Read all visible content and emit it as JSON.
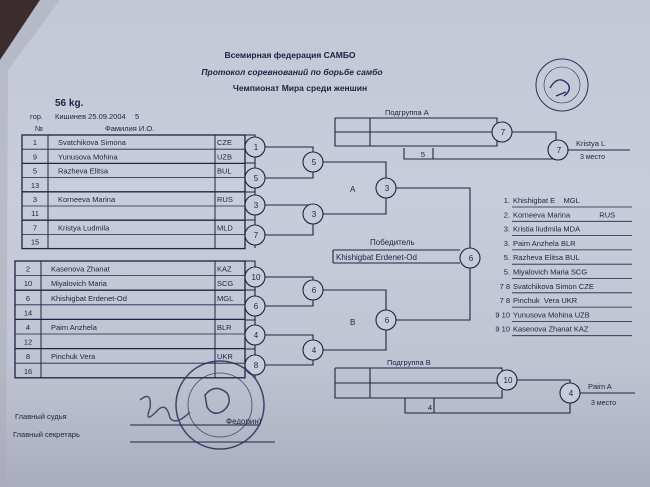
{
  "header": {
    "federation": "Всемирная федерация САМБО",
    "protocol": "Протокол соревнований по борьбе самбо",
    "championship": "Чемпионат Мира среди женшин",
    "weight": "56 kg.",
    "city_label": "гор.",
    "city_date": "Кишинев 25.09.2004",
    "day": "5",
    "num_label": "№",
    "name_label": "Фамилия И.О."
  },
  "table_top": [
    {
      "num": "1",
      "name": "Svatchikova Simona",
      "country": "CZE"
    },
    {
      "num": "9",
      "name": "Yunusova Mohina",
      "country": "UZB"
    },
    {
      "num": "5",
      "name": "Razheva Elitsa",
      "country": "BUL"
    },
    {
      "num": "13",
      "name": "",
      "country": ""
    },
    {
      "num": "3",
      "name": "Korneeva Marina",
      "country": "RUS"
    },
    {
      "num": "11",
      "name": "",
      "country": ""
    },
    {
      "num": "7",
      "name": "Kristya Ludmila",
      "country": "MLD"
    },
    {
      "num": "15",
      "name": "",
      "country": ""
    }
  ],
  "table_bottom": [
    {
      "num": "2",
      "name": "Kasenova Zhanat",
      "country": "KAZ"
    },
    {
      "num": "10",
      "name": "Miyalovich Maria",
      "country": "SCG"
    },
    {
      "num": "6",
      "name": "Khishigbat Erdenet-Od",
      "country": "MGL"
    },
    {
      "num": "14",
      "name": "",
      "country": ""
    },
    {
      "num": "4",
      "name": "Paim Anzhela",
      "country": "BLR"
    },
    {
      "num": "12",
      "name": "",
      "country": ""
    },
    {
      "num": "8",
      "name": "Pinchuk  Vera",
      "country": "UKR"
    },
    {
      "num": "16",
      "name": "",
      "country": ""
    }
  ],
  "bouts": {
    "a_r1": [
      "1",
      "5",
      "3",
      "7"
    ],
    "a_r2": [
      "5",
      "3"
    ],
    "a_final": "3",
    "b_r1": [
      "10",
      "6",
      "4",
      "8"
    ],
    "b_r2": [
      "6",
      "4"
    ],
    "b_final": "6",
    "final": "6"
  },
  "group_a_label": "A",
  "group_b_label": "B",
  "winner_label": "Победитель",
  "winner_name": "Khishigbat Erdenet-Od",
  "subgroup_a": {
    "label": "Подгруппа  A",
    "bout": "7",
    "loser": "5",
    "third_bout": "7",
    "third_name": "Kristya L",
    "third_place": "3 место"
  },
  "subgroup_b": {
    "label": "Подгруппа  B",
    "bout": "10",
    "loser": "4",
    "third_bout": "4",
    "third_name": "Paim A",
    "third_place": "3 место"
  },
  "results": [
    {
      "place": "1.",
      "text": "Khishigbat E    MGL"
    },
    {
      "place": "2.",
      "text": "Korneeva Marina              RUS"
    },
    {
      "place": "3.",
      "text": "Kristia liudmila MDA"
    },
    {
      "place": "3.",
      "text": "Paim Anzhela BLR"
    },
    {
      "place": "5.",
      "text": "Razheva Elitsa BUL"
    },
    {
      "place": "5.",
      "text": "Miyalovich Maria SCG"
    },
    {
      "place": "7 8",
      "text": "Svatchikova Simon CZE"
    },
    {
      "place": "7 8",
      "text": "Pinchuk  Vera UKR"
    },
    {
      "place": "9 10",
      "text": "Yunusova Mohina UZB"
    },
    {
      "place": "9 10",
      "text": "Kasenova Zhanat KAZ"
    }
  ],
  "footer": {
    "chief_judge": "Главный судья",
    "chief_secretary": "Главный секретарь",
    "judge_name": "Федорин)"
  }
}
